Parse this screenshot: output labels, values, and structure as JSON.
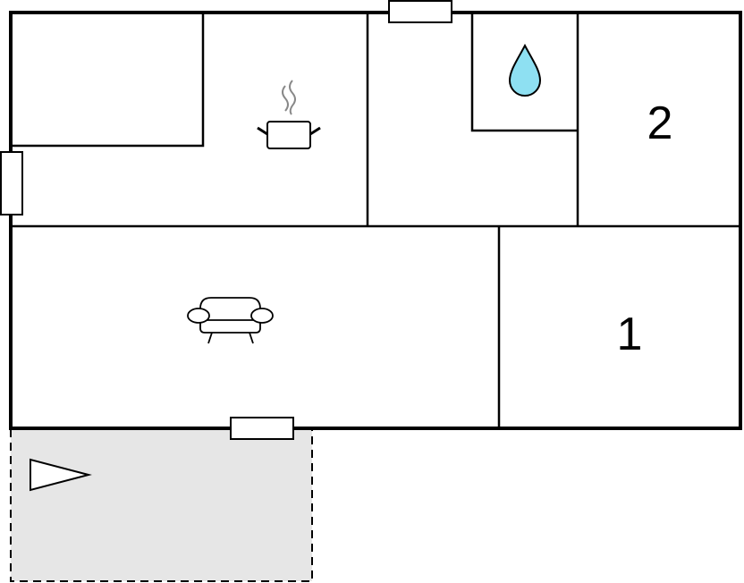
{
  "plan": {
    "rooms": [
      {
        "id": "kitchen",
        "icon": "cooking-pot-icon"
      },
      {
        "id": "hall"
      },
      {
        "id": "bathroom",
        "icon": "water-drop-icon",
        "icon_color": "#8ee0f2"
      },
      {
        "id": "bedroom-2",
        "label": "2"
      },
      {
        "id": "living-room",
        "icon": "sofa-icon"
      },
      {
        "id": "bedroom-1",
        "label": "1"
      }
    ],
    "terrace": {
      "fill": "#e6e6e6",
      "icon": "direction-arrow-icon"
    },
    "colors": {
      "wall": "#000000",
      "background": "#ffffff"
    }
  }
}
